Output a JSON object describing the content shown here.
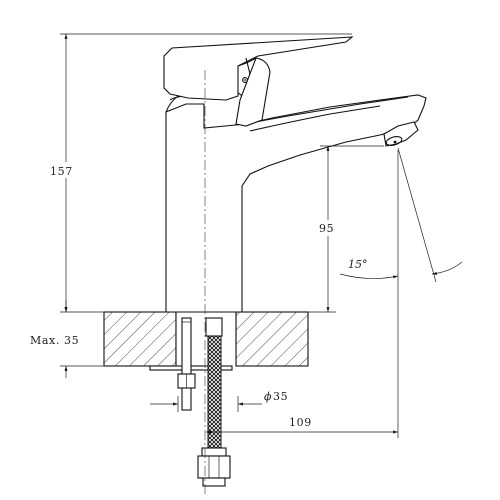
{
  "drawing": {
    "title": "",
    "dimensions": {
      "total_height": "157",
      "spout_height": "95",
      "max_counter_thickness": "Max. 35",
      "hole_diameter": "35",
      "diameter_symbol": "ϕ",
      "spout_reach": "109",
      "spout_angle": "15°"
    }
  },
  "colors": {
    "line": "#111111",
    "background": "#ffffff"
  }
}
